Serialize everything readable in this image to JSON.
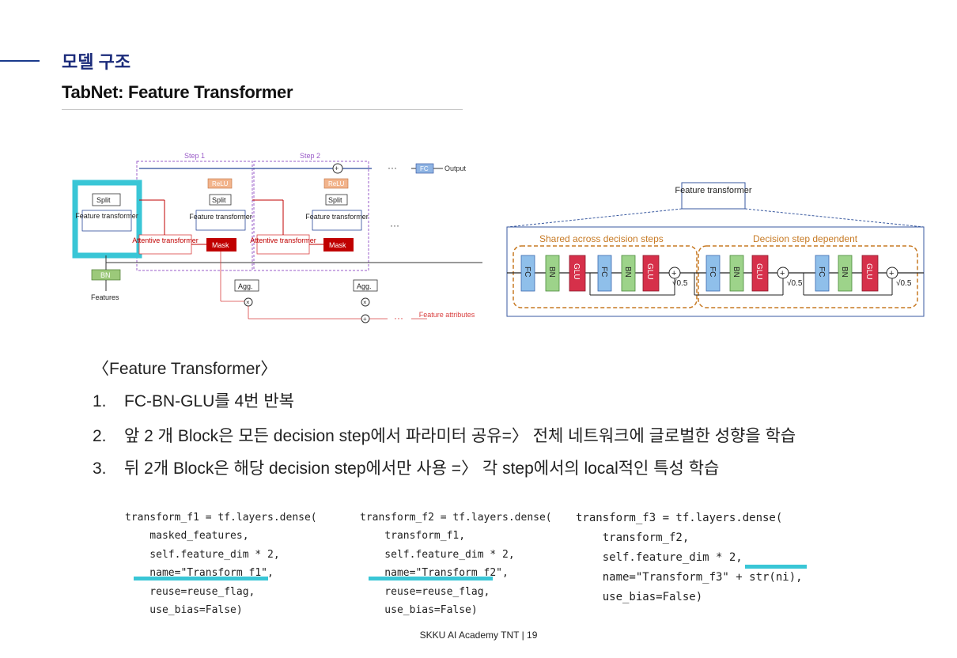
{
  "header": {
    "section": "모델 구조",
    "subtitle": "TabNet: Feature Transformer"
  },
  "left_diagram": {
    "step1": "Step 1",
    "step2": "Step 2",
    "split": "Split",
    "feature_transformer": "Feature transformer",
    "attentive_transformer": "Attentive transformer",
    "mask": "Mask",
    "relu": "ReLU",
    "agg": "Agg.",
    "bn": "BN",
    "features": "Features",
    "fc": "FC",
    "output": "Output",
    "feature_attributes": "Feature attributes",
    "ellipsis": "···",
    "colors": {
      "highlight": "#39c6d6",
      "mask": "#c00000",
      "attentive": "#d94040",
      "step_border": "#9a5cc8",
      "fc": "#8fb4e3",
      "bn": "#9cc97a",
      "relu": "#f2b48c"
    }
  },
  "right_diagram": {
    "box_title": "Feature transformer",
    "shared_label": "Shared across decision steps",
    "dependent_label": "Decision step dependent",
    "blocks": [
      "FC",
      "BN",
      "GLU",
      "FC",
      "BN",
      "GLU",
      "FC",
      "BN",
      "GLU",
      "FC",
      "BN",
      "GLU"
    ],
    "sqrt_label": "√0.5",
    "colors": {
      "fc": "#8fbfea",
      "bn": "#9dd38a",
      "glu": "#d6304a",
      "dashed": "#c77a24"
    }
  },
  "content": {
    "title": "〈Feature Transformer〉",
    "items": [
      {
        "num": "1.",
        "text": "FC-BN-GLU를 4번 반복"
      },
      {
        "num": "2.",
        "text": "앞 2 개 Block은 모든 decision step에서 파라미터 공유=〉 전체 네트워크에 글로벌한 성향을 학습"
      },
      {
        "num": "3.",
        "text": "뒤 2개 Block은 해당 decision step에서만 사용 =〉 각 step에서의 local적인 특성 학습"
      }
    ]
  },
  "code": {
    "block1": [
      "transform_f1 = tf.layers.dense(",
      "    masked_features,",
      "    self.feature_dim * 2,",
      "    name=\"Transform_f1\",",
      "    reuse=reuse_flag,",
      "    use_bias=False)"
    ],
    "block2": [
      "transform_f2 = tf.layers.dense(",
      "    transform_f1,",
      "    self.feature_dim * 2,",
      "    name=\"Transform_f2\",",
      "    reuse=reuse_flag,",
      "    use_bias=False)"
    ],
    "block3": [
      "transform_f3 = tf.layers.dense(",
      "    transform_f2,",
      "    self.feature_dim * 2,",
      "    name=\"Transform_f3\" + str(ni),",
      "    use_bias=False)"
    ]
  },
  "footer": {
    "text": "SKKU AI Academy TNT | 19"
  }
}
